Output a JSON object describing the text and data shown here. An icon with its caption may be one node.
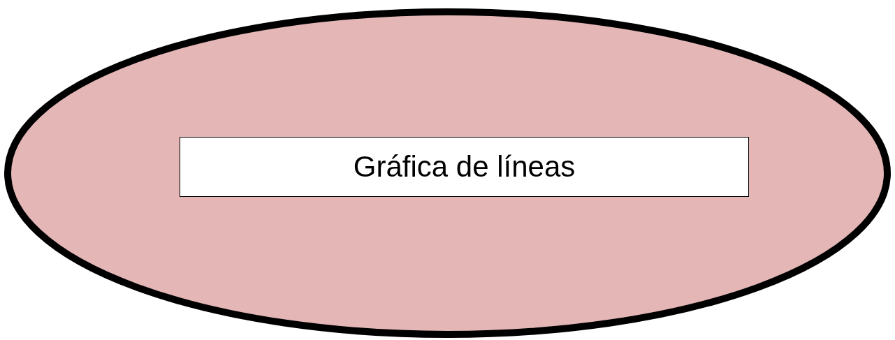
{
  "diagram": {
    "nodes": [
      {
        "text": [],
        "shape": "ellipse"
      },
      {
        "text": [
          "Gráfica de líneas"
        ],
        "in": 0
      }
    ]
  }
}
